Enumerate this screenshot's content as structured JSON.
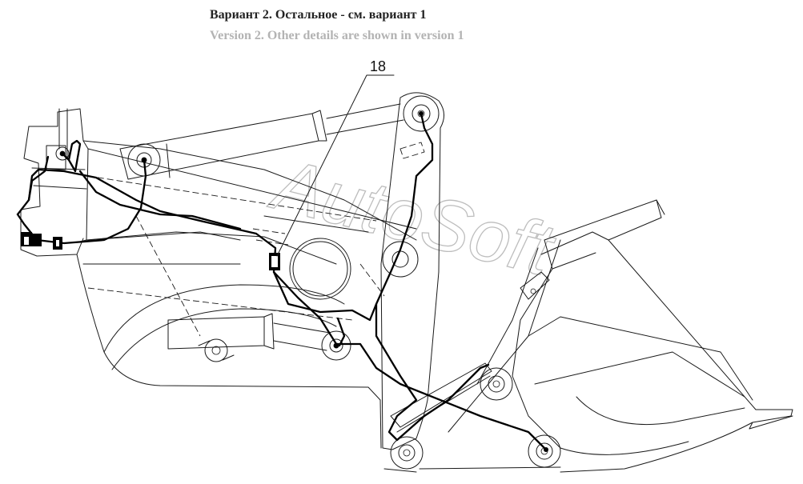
{
  "captions": {
    "ru": "Вариант 2. Остальное - см. вариант 1",
    "en": "Version 2. Other details are shown in version 1"
  },
  "callout": {
    "number": "18"
  },
  "watermark": {
    "text": "AutoSoft"
  }
}
